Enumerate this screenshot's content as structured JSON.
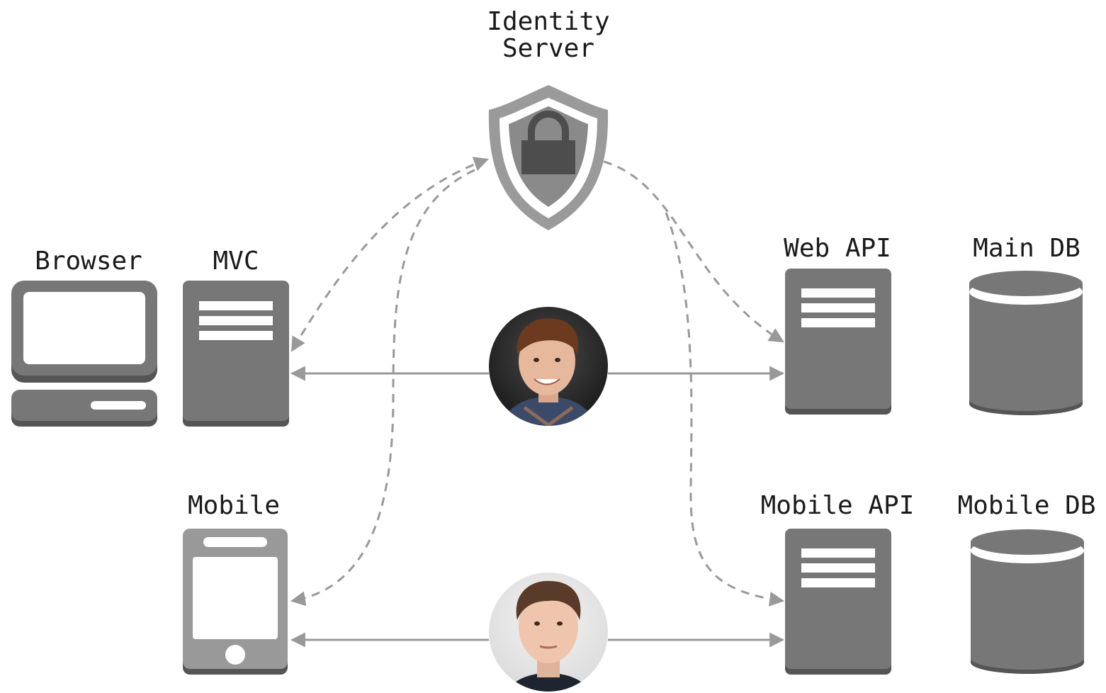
{
  "labels": {
    "identity_server_line1": "Identity",
    "identity_server_line2": "Server",
    "browser": "Browser",
    "mvc": "MVC",
    "web_api": "Web API",
    "main_db": "Main DB",
    "mobile": "Mobile",
    "mobile_api": "Mobile API",
    "mobile_db": "Mobile DB"
  },
  "icons": {
    "identity_server": "shield-lock-icon",
    "browser": "desktop-computer-icon",
    "mvc": "server-icon",
    "web_api": "server-icon",
    "main_db": "database-icon",
    "mobile": "smartphone-icon",
    "mobile_api": "server-icon",
    "mobile_db": "database-icon",
    "person_top": "person-avatar",
    "person_bottom": "person-avatar"
  },
  "colors": {
    "icon_fill": "#777777",
    "icon_dark": "#555555",
    "icon_light": "#ffffff",
    "shield_outer": "#9a9a9a",
    "lock": "#4d4d4d",
    "arrow": "#999999",
    "text": "#1a1a1a"
  }
}
